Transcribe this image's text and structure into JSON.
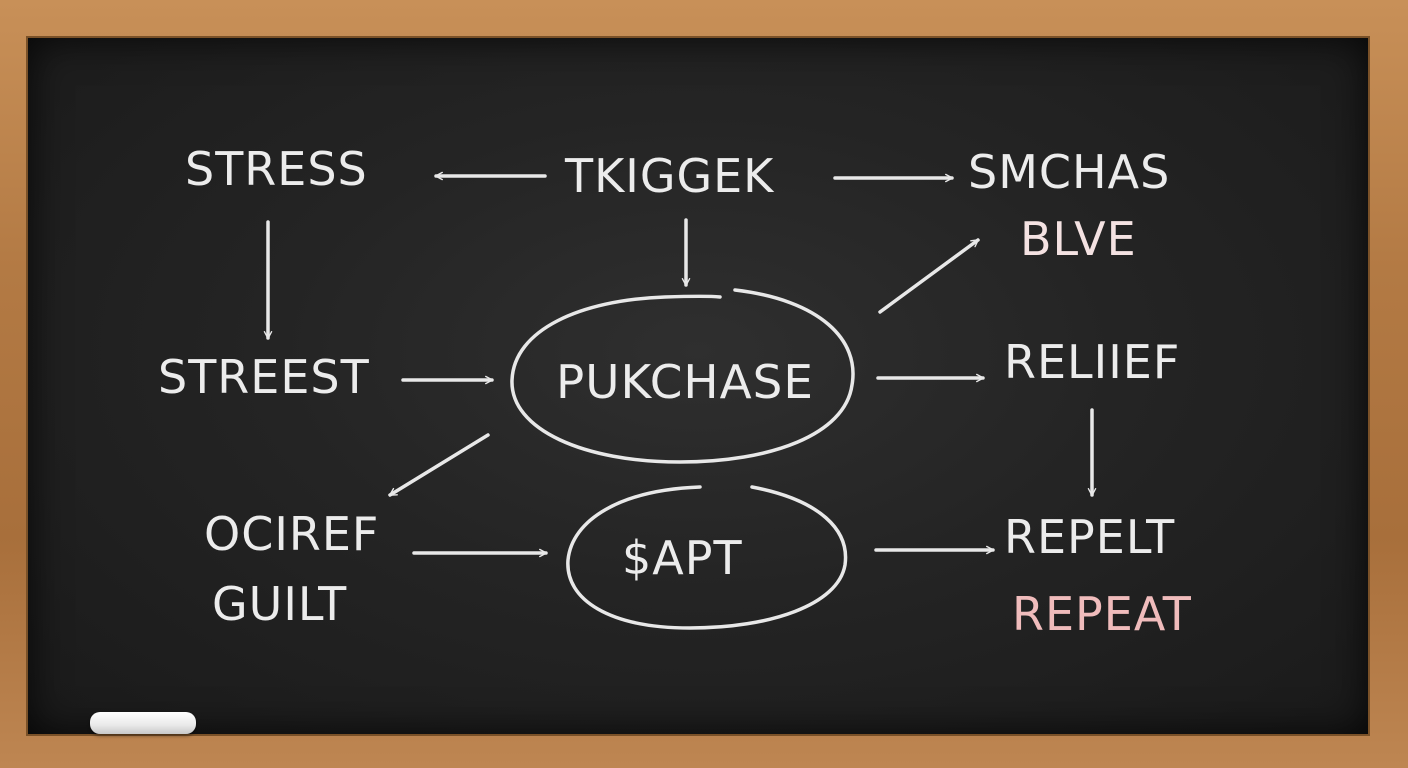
{
  "nodes": {
    "stress": "STRESS",
    "trigger": "TKIGGEK",
    "smchas": "SMCHAS",
    "blue": "BLVE",
    "streest": "STREEST",
    "purchase": "PUKCHASE",
    "relief": "RELIIEF",
    "ocıref": "OCIREF",
    "guilt": "GUILT",
    "sapt": "$APT",
    "repelt": "REPELT",
    "repeat": "REPEAT"
  },
  "colors": {
    "chalk": "#ececec",
    "pink_chalk": "#f0bcbc",
    "board": "#242424",
    "frame": "#b37a44"
  }
}
